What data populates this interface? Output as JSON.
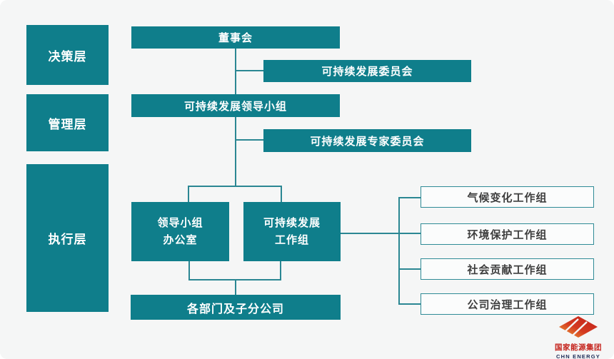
{
  "colors": {
    "teal_fill": "#0f7e8b",
    "line_teal": "#2b8793",
    "canvas_background": "#f5f6f6",
    "box_text": "#ffffff",
    "outline_box_text": "#3e3e3e",
    "outline_box_border": "#2f8b96",
    "logo_red": "#c5241d",
    "logo_navy": "#1b2a56"
  },
  "layers": [
    {
      "label": "决策层"
    },
    {
      "label": "管理层"
    },
    {
      "label": "执行层"
    }
  ],
  "nodes": {
    "board": "董事会",
    "sustainability_committee": "可持续发展委员会",
    "leading_group": "可持续发展领导小组",
    "expert_committee": "可持续发展专家委员会",
    "office_line1": "领导小组",
    "office_line2": "办公室",
    "working_group_line1": "可持续发展",
    "working_group_line2": "工作组",
    "departments": "各部门及子分公司",
    "task_groups": [
      "气候变化工作组",
      "环境保护工作组",
      "社会贡献工作组",
      "公司治理工作组"
    ]
  },
  "logo": {
    "company_cn": "国家能源集团",
    "company_en": "CHN ENERGY"
  }
}
